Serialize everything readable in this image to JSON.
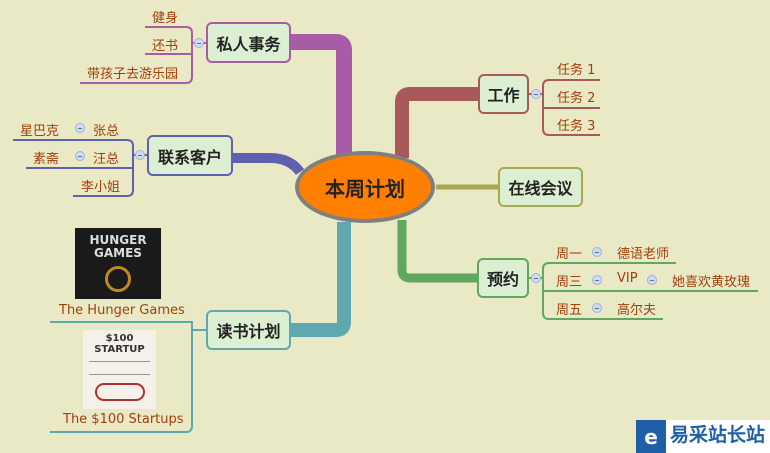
{
  "center": "本周计划",
  "topics": {
    "private": {
      "label": "私人事务",
      "color": "#a85ca8",
      "items": [
        "健身",
        "还书",
        "带孩子去游乐园"
      ]
    },
    "clients": {
      "label": "联系客户",
      "color": "#6060b0",
      "items": [
        {
          "name": "张总",
          "sub": "星巴克"
        },
        {
          "name": "汪总",
          "sub": "素斋"
        },
        {
          "name": "李小姐"
        }
      ]
    },
    "work": {
      "label": "工作",
      "color": "#a85a5a",
      "items": [
        "任务 1",
        "任务 2",
        "任务 3"
      ]
    },
    "meeting": {
      "label": "在线会议",
      "color": "#a8a850"
    },
    "appointment": {
      "label": "预约",
      "color": "#60a860",
      "items": [
        {
          "day": "周一",
          "what": "德语老师"
        },
        {
          "day": "周三",
          "what": "VIP",
          "note": "她喜欢黄玫瑰"
        },
        {
          "day": "周五",
          "what": "高尔夫"
        }
      ]
    },
    "reading": {
      "label": "读书计划",
      "color": "#60a8b0",
      "items": [
        {
          "title": "The Hunger Games",
          "cover": "HUNGER GAMES"
        },
        {
          "title": "The $100 Startups",
          "cover": "$100 STARTUP"
        }
      ]
    }
  },
  "watermark": "易采站长站"
}
